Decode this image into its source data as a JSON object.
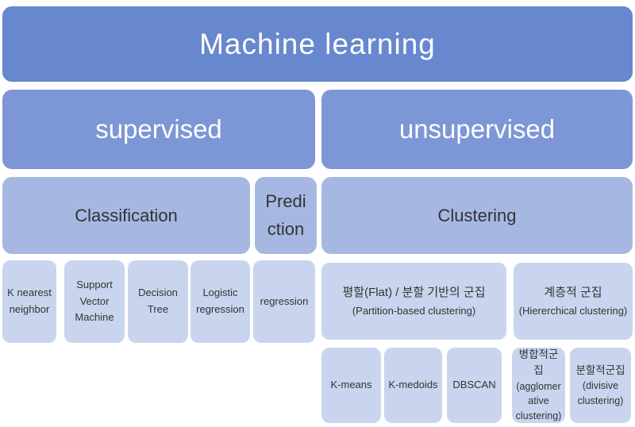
{
  "palette": {
    "box_dark": "#6787ce",
    "box_mid": "#7d96d6",
    "box_light": "#a6b8e2",
    "box_pale": "#c9d5ee",
    "text_light": "#fdfdfd",
    "text_dark": "#333333"
  },
  "tree": {
    "root": {
      "label": "Machine learning"
    },
    "supervised": {
      "label": "supervised",
      "classification": {
        "label": "Classification",
        "leaves": [
          "K nearest neighbor",
          "Support Vector Machine",
          "Decision Tree",
          "Logistic regression"
        ]
      },
      "prediction": {
        "label": "Prediction",
        "display_lines": [
          "Predi",
          "ction"
        ],
        "leaves": [
          "regression"
        ]
      }
    },
    "unsupervised": {
      "label": "unsupervised",
      "clustering": {
        "label": "Clustering",
        "partition": {
          "title_ko": "평할(Flat) / 분할 기반의 군집",
          "title_en": "(Partition-based clustering)",
          "leaves": [
            "K-means",
            "K-medoids",
            "DBSCAN"
          ]
        },
        "hierarchical": {
          "title_ko": "계층적 군집",
          "title_en": "(Hiererchical clustering)",
          "leaves": [
            {
              "ko": "병합적군집",
              "en": "(agglomerative clustering)"
            },
            {
              "ko": "분할적군집",
              "en": "(divisive clustering)"
            }
          ]
        }
      }
    }
  }
}
